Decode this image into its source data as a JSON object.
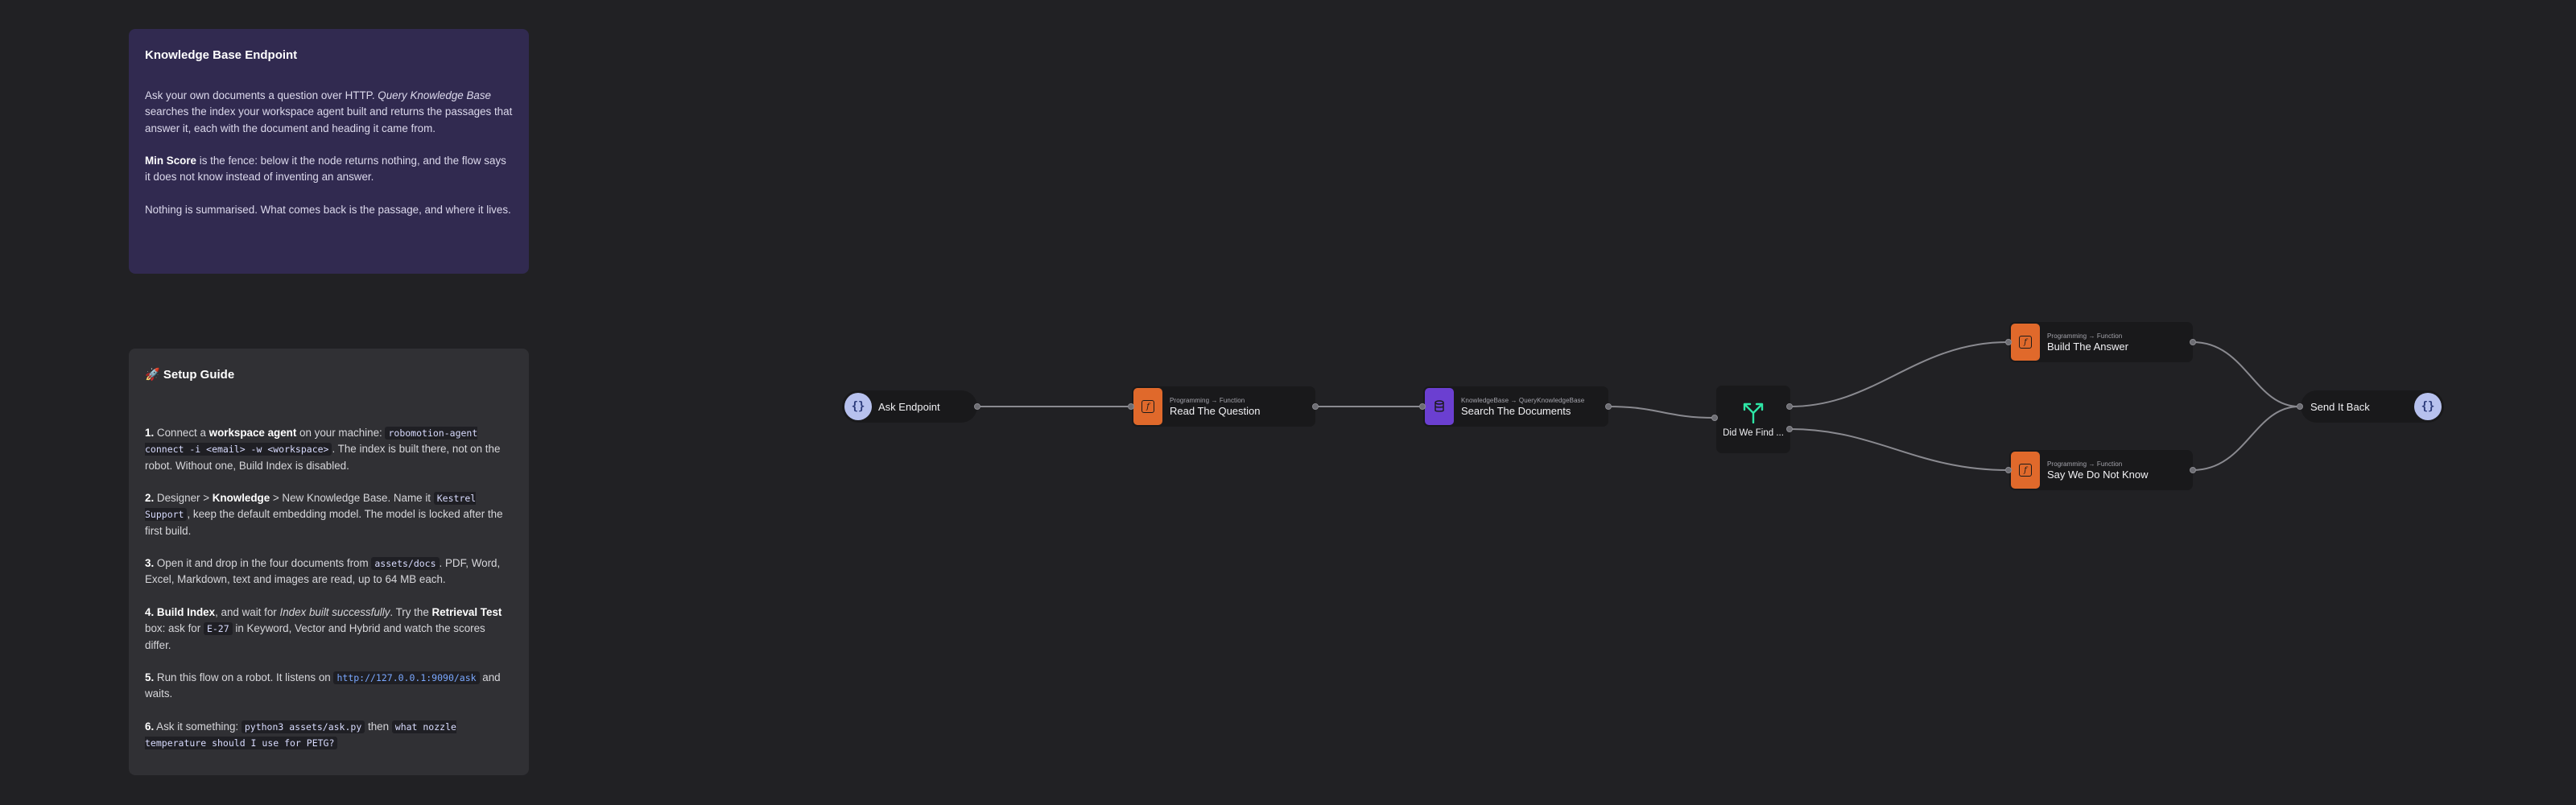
{
  "kb_note": {
    "title": "Knowledge Base Endpoint",
    "p1_a": "Ask your own documents a question over HTTP. ",
    "p1_em": "Query Knowledge Base",
    "p1_b": " searches the index your workspace agent built and returns the passages that answer it, each with the document and heading it came from.",
    "p2_b": "Min Score",
    "p2_rest": " is the fence: below it the node returns nothing, and the flow says it does not know instead of inventing an answer.",
    "p3": "Nothing is summarised. What comes back is the passage, and where it lives."
  },
  "setup": {
    "title": "🚀 Setup Guide",
    "s1_num": "1.",
    "s1_a": " Connect a ",
    "s1_b": "workspace agent",
    "s1_c": " on your machine: ",
    "s1_code": "robomotion-agent connect -i <email> -w <workspace>",
    "s1_d": ". The index is built there, not on the robot. Without one, Build Index is disabled.",
    "s2_num": "2.",
    "s2_a": " Designer > ",
    "s2_b": "Knowledge",
    "s2_c": " > New Knowledge Base. Name it ",
    "s2_code": "Kestrel Support",
    "s2_d": ", keep the default embedding model. The model is locked after the first build.",
    "s3_num": "3.",
    "s3_a": " Open it and drop in the four documents from ",
    "s3_code": "assets/docs",
    "s3_b": ". PDF, Word, Excel, Markdown, text and images are read, up to 64 MB each.",
    "s4_num": "4.",
    "s4_b1": "Build Index",
    "s4_a": ", and wait for ",
    "s4_em": "Index built successfully",
    "s4_c": ". Try the ",
    "s4_b2": "Retrieval Test",
    "s4_d": " box: ask for ",
    "s4_code": "E-27",
    "s4_e": " in Keyword, Vector and Hybrid and watch the scores differ.",
    "s5_num": "5.",
    "s5_a": " Run this flow on a robot. It listens on ",
    "s5_code": "http://127.0.0.1:9090/ask",
    "s5_b": " and waits.",
    "s6_num": "6.",
    "s6_a": " Ask it something: ",
    "s6_code1": "python3 assets/ask.py",
    "s6_b": " then ",
    "s6_code2": "what nozzle temperature should I use for PETG?"
  },
  "nodes": {
    "ask_endpoint": {
      "label": "Ask Endpoint",
      "icon": "{}"
    },
    "read_question": {
      "category": "Programming → Function",
      "label": "Read The Question",
      "icon": "f"
    },
    "search_docs": {
      "category": "KnowledgeBase → QueryKnowledgeBase",
      "label": "Search The Documents",
      "icon": "database-icon"
    },
    "did_we_find": {
      "label": "Did We Find ...",
      "icon": "branch-icon"
    },
    "build_answer": {
      "category": "Programming → Function",
      "label": "Build The Answer",
      "icon": "f"
    },
    "say_unknown": {
      "category": "Programming → Function",
      "label": "Say We Do Not Know",
      "icon": "f"
    },
    "send_back": {
      "label": "Send It Back",
      "icon": "{}"
    }
  },
  "colors": {
    "function": "#e0692b",
    "knowledge": "#6b3fd1",
    "http": "#b7c1ee",
    "switch": "#2ee6a6",
    "edge": "#8a8a90"
  }
}
